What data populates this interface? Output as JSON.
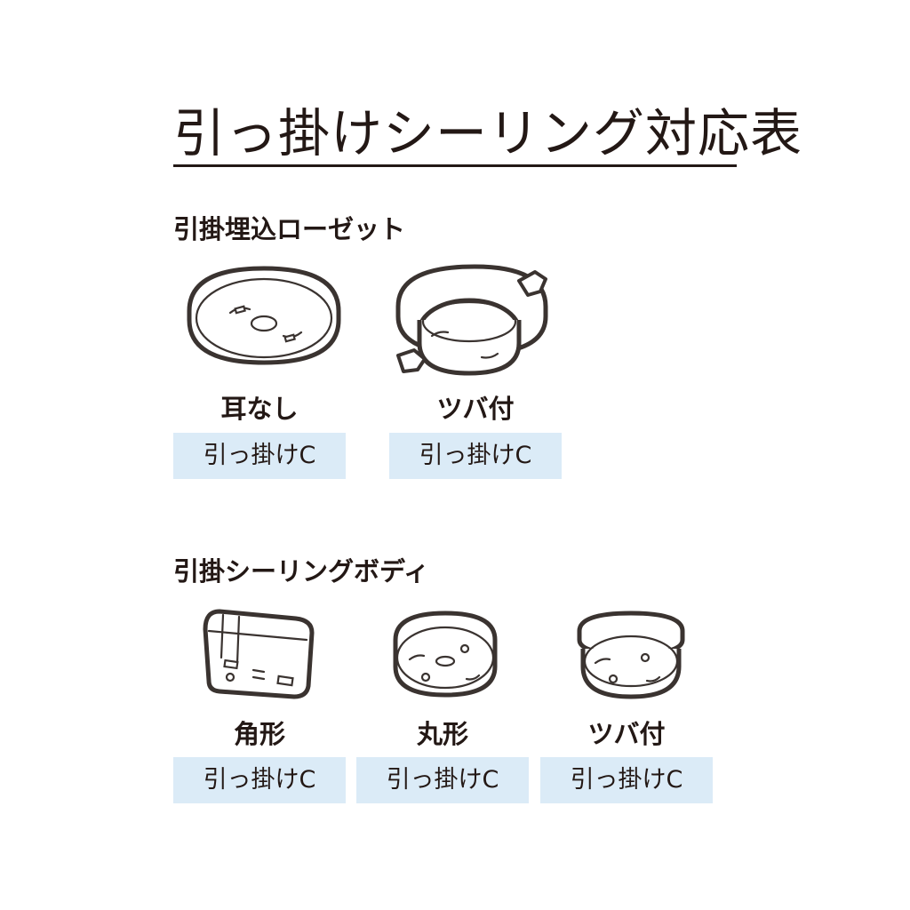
{
  "title": "引っ掛けシーリング対応表",
  "sections": [
    {
      "heading": "引掛埋込ローゼット",
      "items": [
        {
          "name": "耳なし",
          "tag": "引っ掛けC"
        },
        {
          "name": "ツバ付",
          "tag": "引っ掛けC"
        }
      ]
    },
    {
      "heading": "引掛シーリングボディ",
      "items": [
        {
          "name": "角形",
          "tag": "引っ掛けC"
        },
        {
          "name": "丸形",
          "tag": "引っ掛けC"
        },
        {
          "name": "ツバ付",
          "tag": "引っ掛けC"
        }
      ]
    }
  ]
}
